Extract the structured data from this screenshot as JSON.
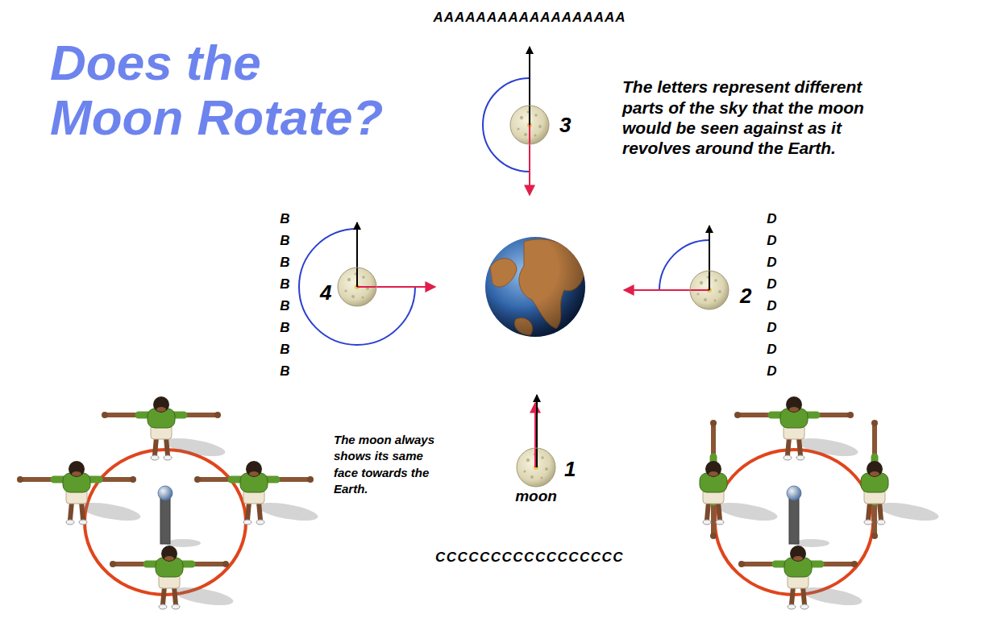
{
  "diagram": {
    "title": "Does the Moon Rotate?",
    "nodes": [
      {
        "text": [
          "3"
        ]
      },
      {
        "text": [
          "4"
        ]
      },
      {
        "text": [
          "2"
        ]
      },
      {
        "text": [
          "1",
          "moon"
        ]
      }
    ],
    "labels": [
      "AAAAAAAAAAAAAAAAAA",
      "The letters represent different parts of the sky that the moon would be seen against as it revolves around the Earth.",
      "BBBBBBBB",
      "DDDDDDDD",
      "The moon always shows its same face towards the Earth.",
      "CCCCCCCCCCCCCCCCC"
    ]
  }
}
